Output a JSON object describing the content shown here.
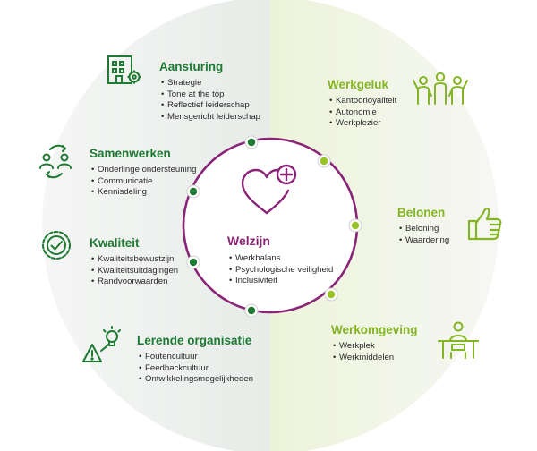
{
  "colors": {
    "dark_green": "#1e7a33",
    "light_green": "#84b524",
    "center_purple": "#8a2477",
    "dot_dark": "#1e7a33",
    "dot_light": "#9ac327"
  },
  "center": {
    "title": "Welzijn",
    "icon": "heart-plus-icon",
    "items": [
      "Werkbalans",
      "Psychologische veiligheid",
      "Inclusiviteit"
    ]
  },
  "sections": [
    {
      "id": "aansturing",
      "title": "Aansturing",
      "icon": "building-gear-icon",
      "items": [
        "Strategie",
        "Tone at the top",
        "Reflectief leiderschap",
        "Mensgericht leiderschap"
      ]
    },
    {
      "id": "samenwerken",
      "title": "Samenwerken",
      "icon": "people-exchange-icon",
      "items": [
        "Onderlinge ondersteuning",
        "Communicatie",
        "Kennisdeling"
      ]
    },
    {
      "id": "kwaliteit",
      "title": "Kwaliteit",
      "icon": "check-badge-icon",
      "items": [
        "Kwaliteitsbewustzijn",
        "Kwaliteitsuitdagingen",
        "Randvoorwaarden"
      ]
    },
    {
      "id": "lerende-organisatie",
      "title": "Lerende organisatie",
      "icon": "warning-lightbulb-icon",
      "items": [
        "Foutencultuur",
        "Feedbackcultuur",
        "Ontwikkelingsmogelijkheden"
      ]
    },
    {
      "id": "werkgeluk",
      "title": "Werkgeluk",
      "icon": "cheering-people-icon",
      "items": [
        "Kantoorloyaliteit",
        "Autonomie",
        "Werkplezier"
      ]
    },
    {
      "id": "belonen",
      "title": "Belonen",
      "icon": "thumbs-up-icon",
      "items": [
        "Beloning",
        "Waardering"
      ]
    },
    {
      "id": "werkomgeving",
      "title": "Werkomgeving",
      "icon": "person-at-desk-icon",
      "items": [
        "Werkplek",
        "Werkmiddelen"
      ]
    }
  ]
}
